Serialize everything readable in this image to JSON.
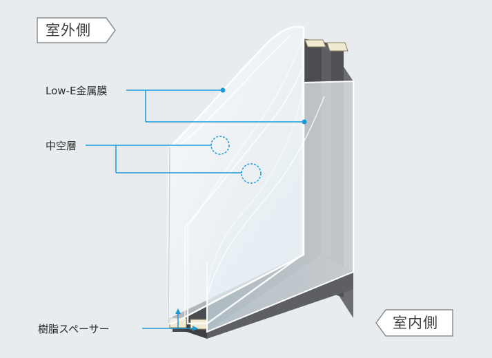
{
  "tags": {
    "outdoor": "室外側",
    "indoor": "室内側"
  },
  "labels": {
    "lowe": "Low-E金属膜",
    "hollow": "中空層",
    "spacer": "樹脂スペーサー"
  },
  "colors": {
    "background": "#e8ecef",
    "leader": "#1a9ad6",
    "frame_front": "#4a4c50",
    "frame_side": "#6b6d72",
    "glass_fill": "#eef3f6",
    "glass_edge": "#ffffff",
    "tag_border": "#8a8f94"
  }
}
